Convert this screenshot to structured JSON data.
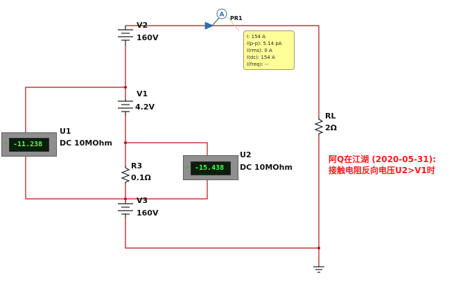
{
  "components": {
    "v2": {
      "name": "V2",
      "value": "160V"
    },
    "v1": {
      "name": "V1",
      "value": "4.2V"
    },
    "v3": {
      "name": "V3",
      "value": "160V"
    },
    "r3": {
      "name": "R3",
      "value": "0.1Ω"
    },
    "rl": {
      "name": "RL",
      "value": "2Ω"
    },
    "u1": {
      "name": "U1",
      "mode": "DC  10MOhm",
      "reading": "-11.238",
      "pos_terminal": "+",
      "neg_terminal": "-"
    },
    "u2": {
      "name": "U2",
      "mode": "DC  10MOhm",
      "reading": "-15.438",
      "pos_terminal": "+",
      "neg_terminal": "-"
    }
  },
  "probe": {
    "name": "PR1",
    "symbol": "A",
    "lines": [
      "I: 154 A",
      "I(p-p): 5.14 pA",
      "I(rms): 0 A",
      "I(dc): 154 A",
      "I(freq): --"
    ]
  },
  "annotation": {
    "line1": "阿Q在江湖 (2020-05-31):",
    "line2": "接触电阻反向电压U2>V1时"
  },
  "colors": {
    "wire": "#b01212",
    "meter_body": "#8f8f8f",
    "meter_screen": "#0c1d0c",
    "meter_digits": "#46ff56",
    "probe_box": "#ffff99",
    "annotation_text": "#ff1a1a"
  }
}
